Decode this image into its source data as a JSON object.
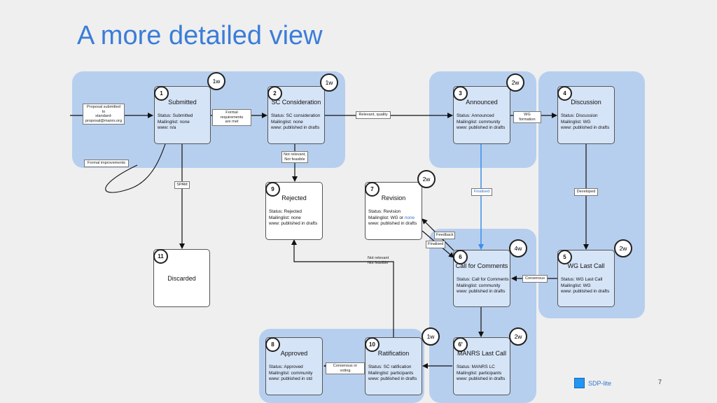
{
  "title": "A more detailed view",
  "nodes": {
    "submitted": {
      "num": "1",
      "title": "Submitted",
      "lines": [
        "Status: Submitted",
        "Mailinglist: none",
        "www: n/a"
      ]
    },
    "sc_consideration": {
      "num": "2",
      "title": "SC Consideration",
      "lines": [
        "Status: SC consideration",
        "Mailinglist: none",
        "www:  published in drafts"
      ]
    },
    "announced": {
      "num": "3",
      "title": "Announced",
      "lines": [
        "Status: Announced",
        "Mailinglist:  community",
        "www: published in drafts"
      ]
    },
    "discussion": {
      "num": "4",
      "title": "Discussion",
      "lines": [
        "Status: Discussion",
        "Mailinglist: WG",
        "www: published in drafts"
      ]
    },
    "rejected": {
      "num": "9",
      "title": "Rejected",
      "lines": [
        "Status: Rejected",
        "Mailinglist: none",
        "www: published in drafts"
      ]
    },
    "revision": {
      "num": "7",
      "title": "Revision",
      "line1": "Status: Revision",
      "line2_a": "Mailinglist:  WG or ",
      "line2_b": "none",
      "line3": "www: published in drafts"
    },
    "discarded": {
      "num": "11",
      "title": "Discarded"
    },
    "call_for_comments": {
      "num": "6",
      "title": "Call for Comments",
      "lines": [
        "Status: Call for Comments",
        "Mailinglist:  community",
        "www: published in drafts"
      ]
    },
    "wg_last_call": {
      "num": "5",
      "title": "WG Last Call",
      "lines": [
        "Status: WG Last Call",
        "Mailinglist: WG",
        "www: published in drafts"
      ]
    },
    "approved": {
      "num": "8",
      "title": "Approved",
      "lines": [
        "Status: Approved",
        "Mailinglist: community",
        "www: published in std"
      ]
    },
    "ratification": {
      "num": "10",
      "title": "Ratification",
      "lines": [
        "Status:  SC ratification",
        "Mailinglist:  participants",
        "www: published in drafts"
      ]
    },
    "manrs_last_call": {
      "num": "6'",
      "title": "MANRS Last Call",
      "lines": [
        "Status: MANRS LC",
        "Mailinglist:  participants",
        "www: published in drafts"
      ]
    }
  },
  "durations": {
    "d1": "1w",
    "d2": "1w",
    "d3": "2w",
    "d4": "2w",
    "d5": "4w",
    "d6": "2w",
    "d7": "1w",
    "d8": "2w"
  },
  "labels": {
    "proposal": [
      "Proposal submitted",
      "to",
      "standard-",
      "proposal@manrs.org"
    ],
    "formal_requirements": [
      "Formal requirements",
      "are met"
    ],
    "relevant_quality": "Relevant, quality",
    "wg_formation": "WG formation",
    "formal_improvements": "Formal  improvements",
    "spam": "SPAM",
    "not_relevant_feasible": [
      "Not relevant,",
      "Not feasible"
    ],
    "finalised_blue": "Finalised",
    "developed": "Developed",
    "feedback": "Feedback",
    "finalised": "Finalised",
    "not_relevant_2": [
      "Not relevant",
      "Not feasible"
    ],
    "consensus": "Consensus",
    "consensus_voting": "Consensus or voting"
  },
  "footer": {
    "logo_text": "SDP-lite",
    "page_number": "7"
  },
  "colors": {
    "title": "#3b7dd8",
    "group_fill": "#b7cfee",
    "node_fill": "#d6e4f7",
    "accent_arrow": "#3b8ee8"
  }
}
